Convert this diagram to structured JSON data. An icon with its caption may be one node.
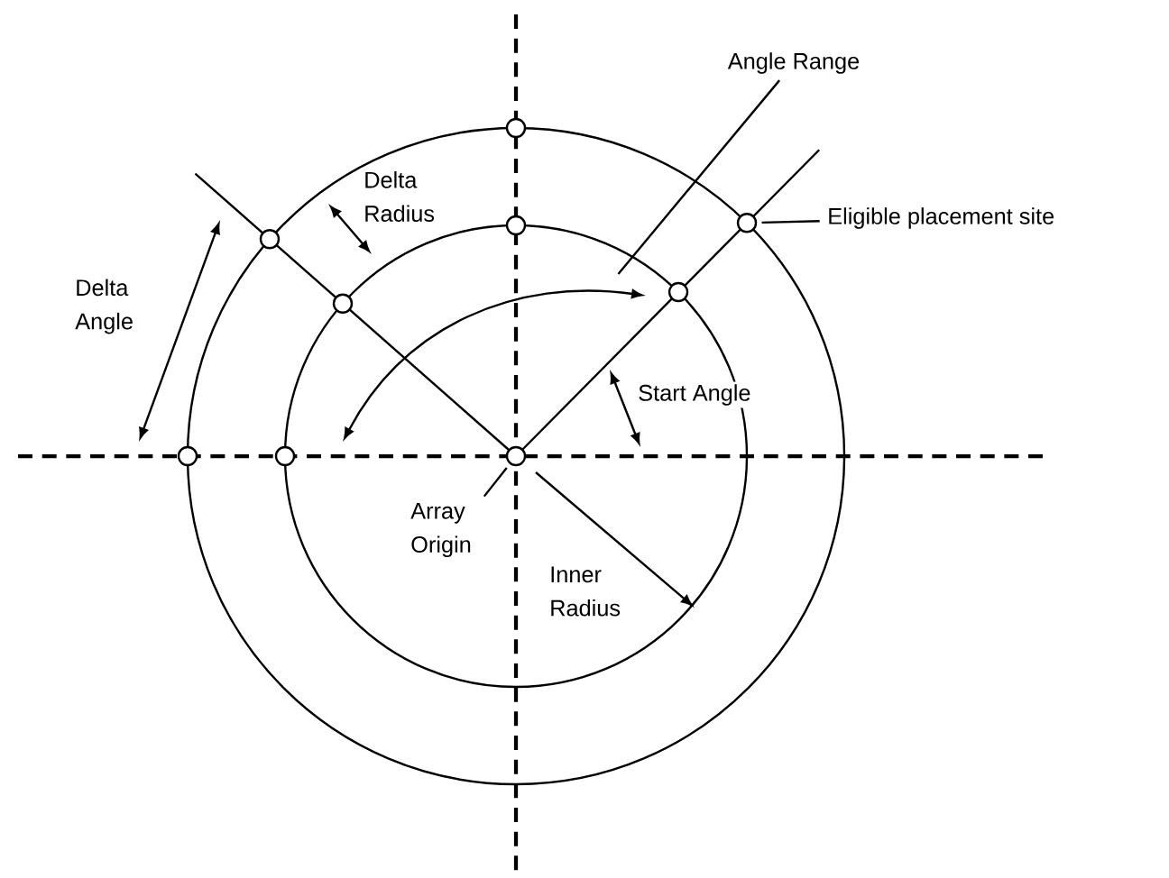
{
  "diagram": {
    "nodes": [
      {
        "text": [
          "Angle Range"
        ]
      },
      {
        "text": [],
        "shape": "circle"
      },
      {
        "text": [
          "Eligible placement site"
        ]
      },
      {
        "text": [],
        "shape": "circle"
      },
      {
        "text": [],
        "shape": "circle"
      },
      {
        "text": [],
        "shape": "circle"
      },
      {
        "text": [],
        "shape": "circle"
      },
      {
        "text": [],
        "shape": "circle"
      },
      {
        "text": [],
        "shape": "circle"
      },
      {
        "text": [],
        "shape": "circle"
      },
      {
        "text": [],
        "shape": "circle"
      },
      {
        "text": [
          "Array Origin"
        ]
      }
    ],
    "edges": [
      {
        "from": 0,
        "to": null,
        "arrow": "none"
      },
      {
        "from": 2,
        "to": 5,
        "arrow": "none"
      },
      {
        "from": 11,
        "to": 10,
        "arrow": "none"
      }
    ],
    "labels": [
      "Delta Radius",
      "Delta Angle",
      "Start Angle",
      "Inner Radius"
    ]
  }
}
